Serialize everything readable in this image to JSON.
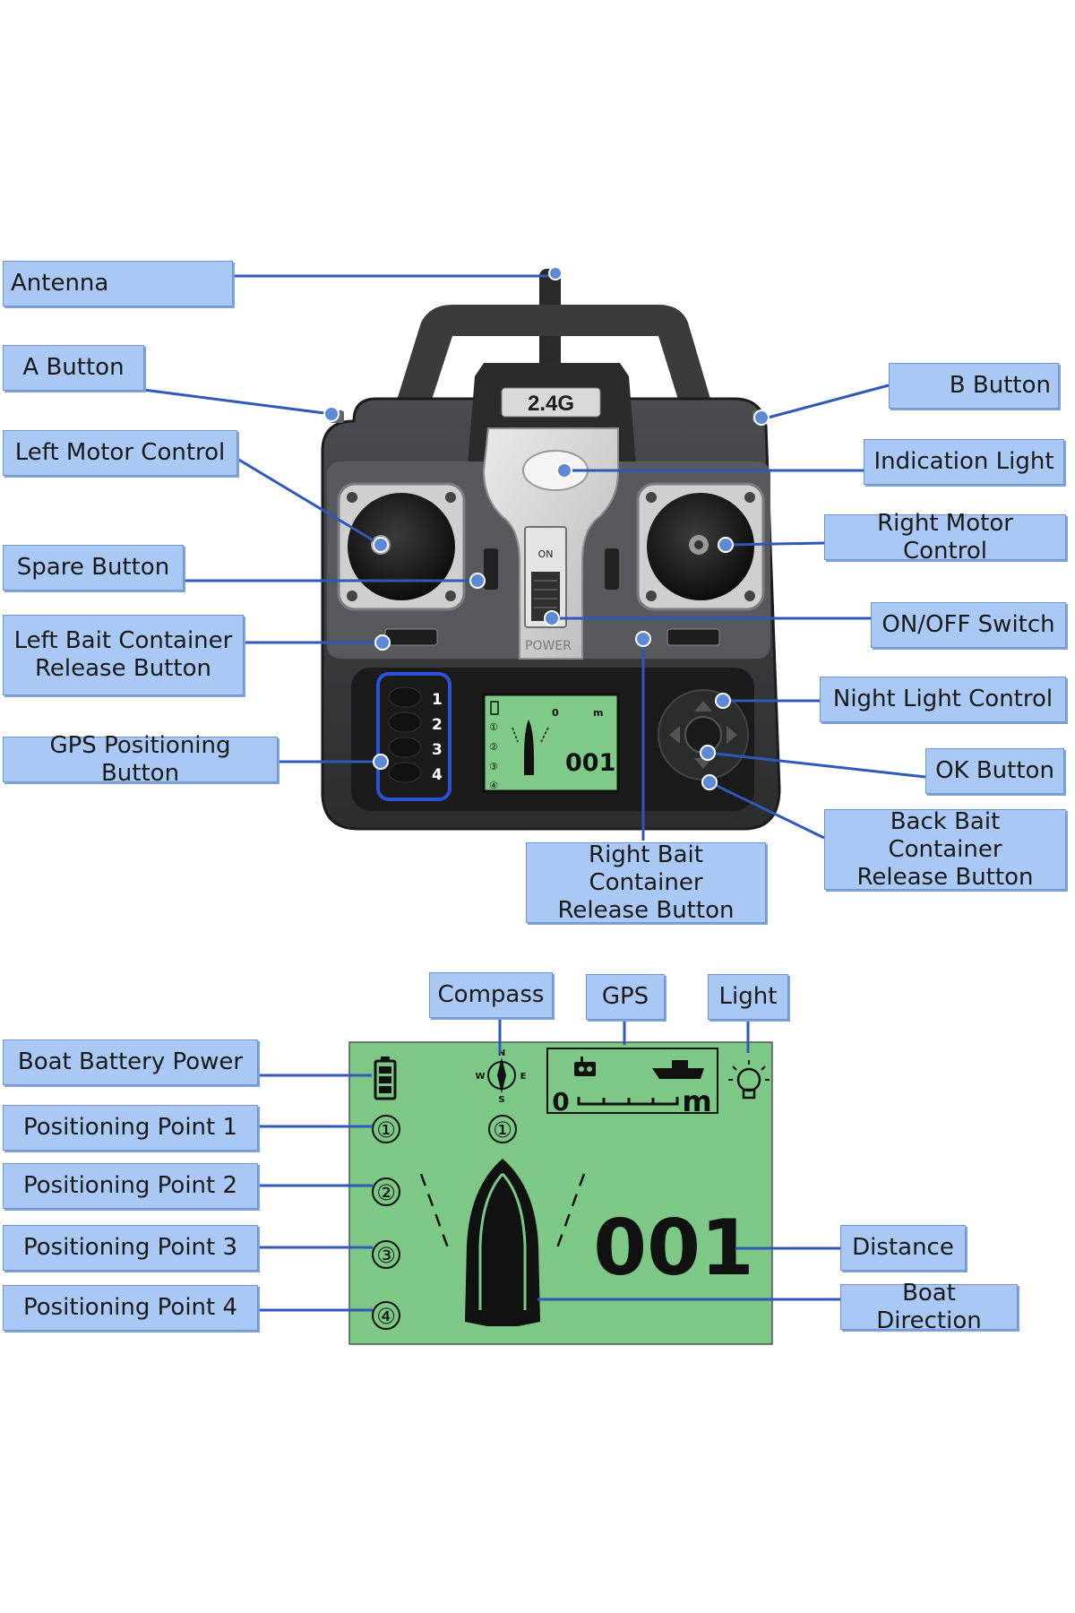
{
  "remote": {
    "band": "2.4G",
    "on": "ON",
    "power": "POWER",
    "gps_keys": [
      "1",
      "2",
      "3",
      "4"
    ],
    "mini_screen": {
      "points": [
        "①",
        "②",
        "③",
        "④"
      ],
      "distance": "001",
      "gps_zero": "0",
      "gps_unit": "m"
    }
  },
  "labels": {
    "antenna": "Antenna",
    "a_button": "A Button",
    "left_motor": "Left Motor Control",
    "spare_button": "Spare Button",
    "left_bait": "Left Bait Container\nRelease Button",
    "gps_button": "GPS Positioning Button",
    "b_button": "B Button",
    "indication_light": "Indication Light",
    "right_motor": "Right Motor Control",
    "on_off": "ON/OFF Switch",
    "night_light": "Night Light Control",
    "ok_button": "OK Button",
    "back_bait": "Back Bait Container\nRelease Button",
    "right_bait": "Right Bait Container\nRelease Button",
    "compass": "Compass",
    "gps": "GPS",
    "light": "Light",
    "battery": "Boat Battery Power",
    "point1": "Positioning Point 1",
    "point2": "Positioning Point 2",
    "point3": "Positioning Point 3",
    "point4": "Positioning Point 4",
    "distance": "Distance",
    "direction": "Boat Direction"
  },
  "screen": {
    "compass": {
      "n": "N",
      "s": "S",
      "w": "W",
      "e": "E"
    },
    "gps_zero": "0",
    "gps_unit": "m",
    "top_point": "①",
    "points": [
      "①",
      "②",
      "③",
      "④"
    ],
    "distance": "001"
  },
  "colors": {
    "label_fill": "#a9c8f4",
    "leader_line": "#2f58b8",
    "remote_body": "#3a3b3d",
    "lcd_green": "#7dc886"
  }
}
